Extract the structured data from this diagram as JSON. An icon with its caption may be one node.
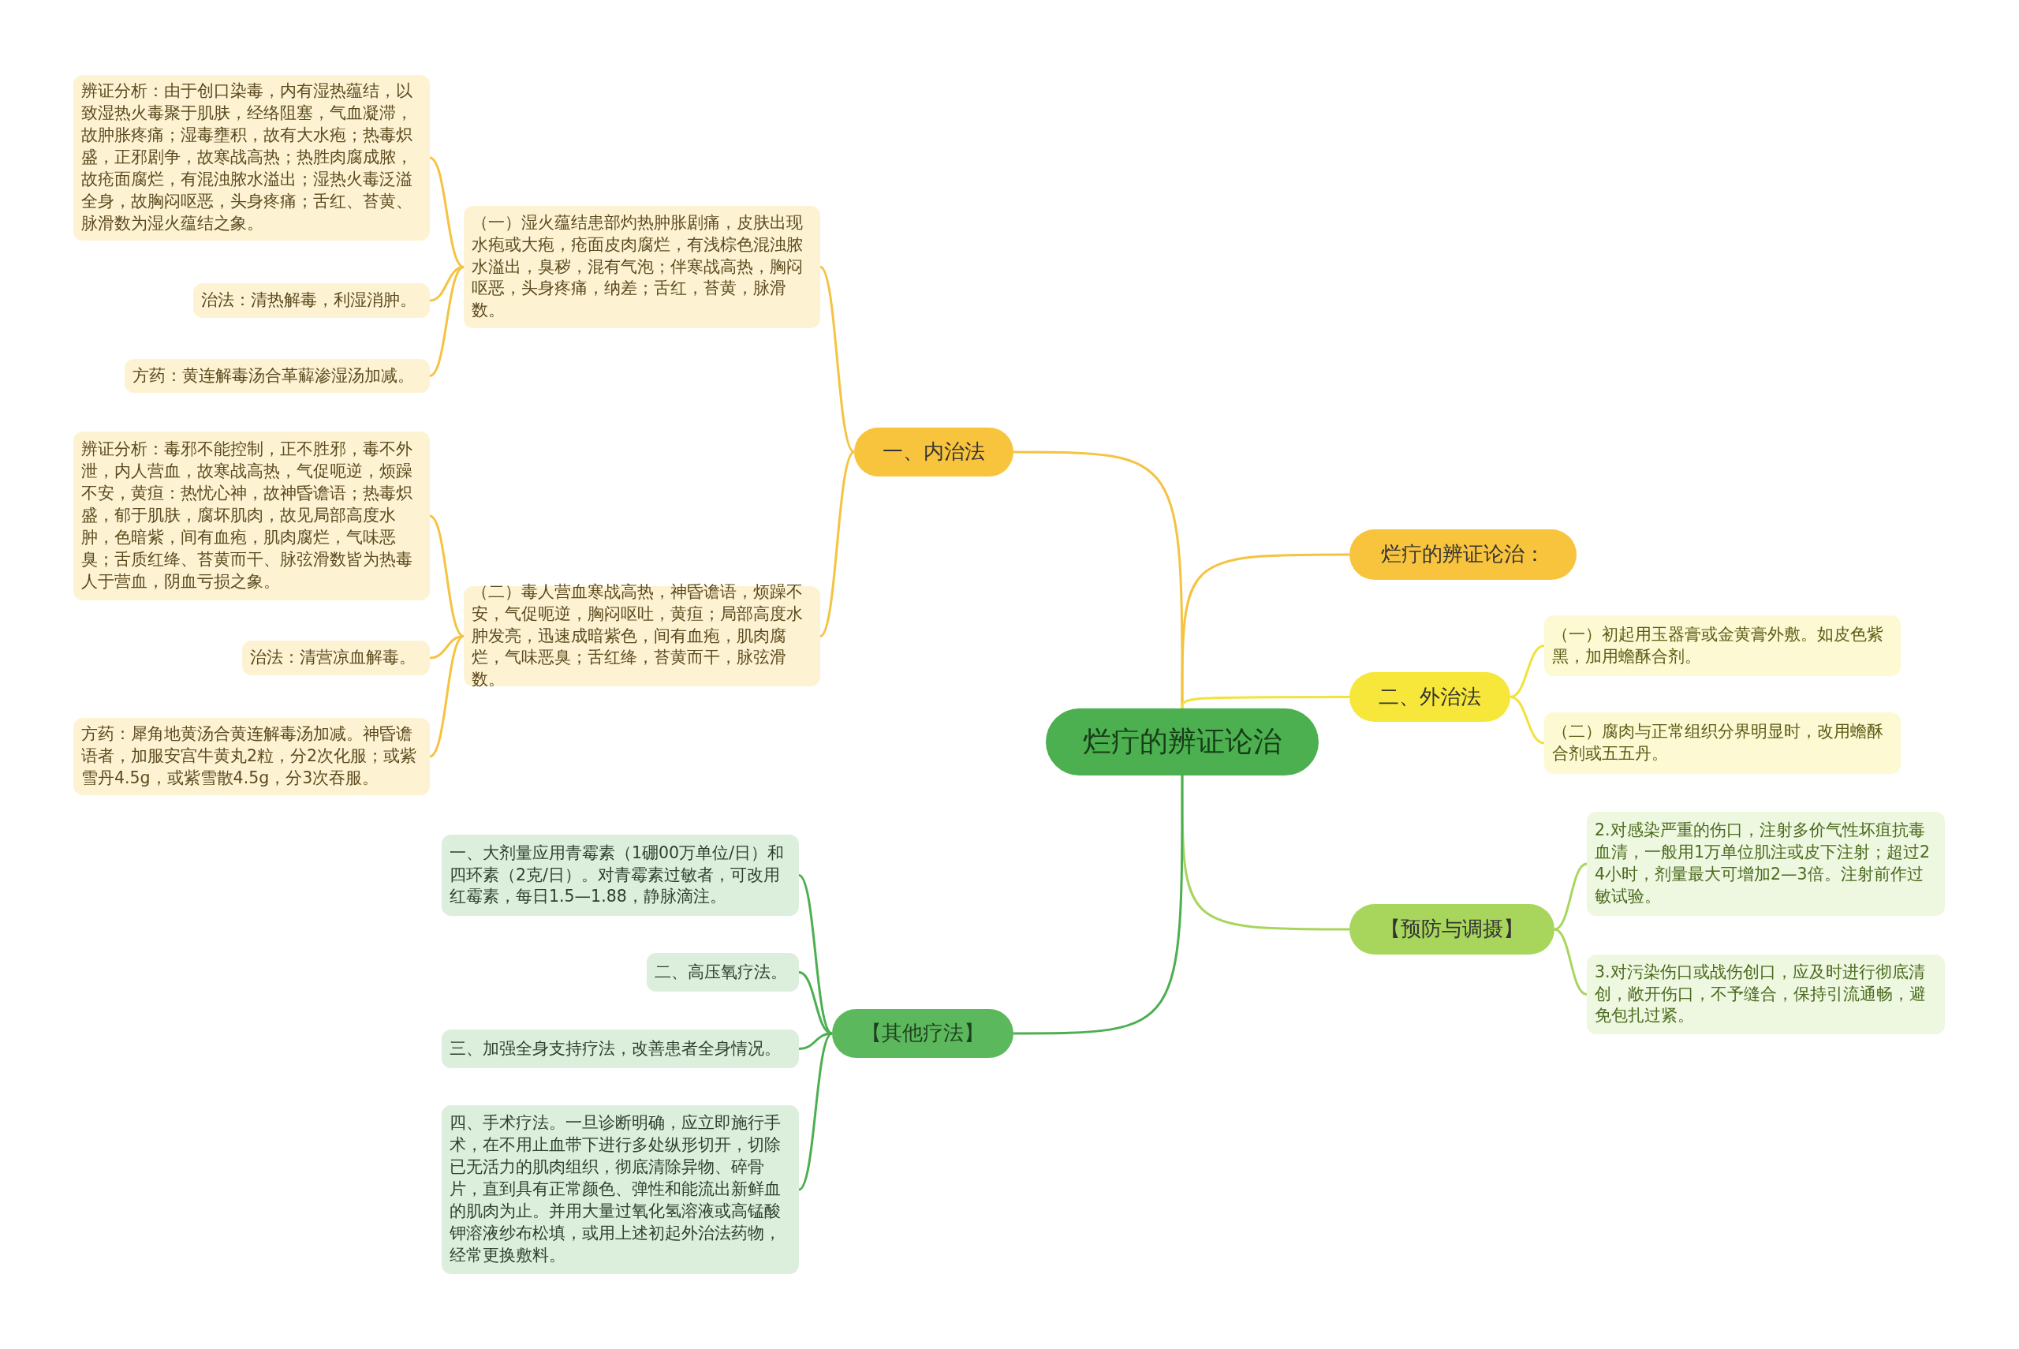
{
  "diagram": {
    "nodes": [
      {
        "text": [
          "烂疔的辨证论治"
        ]
      },
      {
        "text": [
          "一、内治法"
        ]
      },
      {
        "text": [
          "（一）湿火蕴结患部灼热肿胀剧痛，皮肤出现水疱或大疱，疮面皮肉腐烂，有浅棕色混浊脓水溢出，臭秽，混有气泡；伴寒战高热，胸闷呕恶，头身疼痛，纳差；舌红，苔黄，脉滑数。"
        ]
      },
      {
        "text": [
          "辨证分析：由于创口染毒，内有湿热蕴结，以致湿热火毒聚于肌肤，经络阻塞，气血凝滞，故肿胀疼痛；湿毒壅积，故有大水疱；热毒炽盛，正邪剧争，故寒战高热；热胜肉腐成脓，故疮面腐烂，有混浊脓水溢出；湿热火毒泛溢全身，故胸闷呕恶，头身疼痛；舌红、苔黄、脉滑数为湿火蕴结之象。"
        ]
      },
      {
        "text": [
          "治法：清热解毒，利湿消肿。"
        ]
      },
      {
        "text": [
          "方药：黄连解毒汤合革薢渗湿汤加减。"
        ]
      },
      {
        "text": [
          "（二）毒人营血寒战高热，神昏谵语，烦躁不安，气促呃逆，胸闷呕吐，黄疸；局部高度水肿发亮，迅速成暗紫色，间有血疱，肌肉腐烂，气味恶臭；舌红绛，苔黄而干，脉弦滑数。"
        ]
      },
      {
        "text": [
          "辨证分析：毒邪不能控制，正不胜邪，毒不外泄，内人营血，故寒战高热，气促呃逆，烦躁不安，黄疸：热忧心神，故神昏谵语；热毒炽盛，郁于肌肤，腐坏肌肉，故见局部高度水肿，色暗紫，间有血疱，肌肉腐烂，气味恶臭；舌质红绛、苔黄而干、脉弦滑数皆为热毒人于营血，阴血亏损之象。"
        ]
      },
      {
        "text": [
          "治法：清营凉血解毒。"
        ]
      },
      {
        "text": [
          "方药：犀角地黄汤合黄连解毒汤加减。神昏谵语者，加服安宫牛黄丸2粒，分2次化服；或紫雪丹4.5g，或紫雪散4.5g，分3次吞服。"
        ]
      },
      {
        "text": [
          "烂疔的辨证论治："
        ]
      },
      {
        "text": [
          "二、外治法"
        ]
      },
      {
        "text": [
          "（一）初起用玉器膏或金黄膏外敷。如皮色紫黑，加用蟾酥合剂。"
        ]
      },
      {
        "text": [
          "（二）腐肉与正常组织分界明显时，改用蟾酥合剂或五五丹。"
        ]
      },
      {
        "text": [
          "【预防与调摄】"
        ]
      },
      {
        "text": [
          "2.对感染严重的伤口，注射多价气性坏疽抗毒血清，一般用1万单位肌注或皮下注射；超过24小时，剂量最大可增加2—3倍。注射前作过敏试验。"
        ]
      },
      {
        "text": [
          "3.对污染伤口或战伤创口，应及时进行彻底清创，敞开伤口，不予缝合，保持引流通畅，避免包扎过紧。"
        ]
      },
      {
        "text": [
          "【其他疗法】"
        ]
      },
      {
        "text": [
          "一、大剂量应用青霉素（1硼00万单位/日）和四环素（2克/日）。对青霉素过敏者，可改用红霉素，每日1.5—1.88，静脉滴注。"
        ]
      },
      {
        "text": [
          "二、高压氧疗法。"
        ]
      },
      {
        "text": [
          "三、加强全身支持疗法，改善患者全身情况。"
        ]
      },
      {
        "text": [
          "四、手术疗法。一旦诊断明确，应立即施行手术，在不用止血带下进行多处纵形切开，切除已无活力的肌肉组织，彻底清除异物、碎骨片，直到具有正常颜色、弹性和能流出新鲜血的肌肉为止。并用大量过氧化氢溶液或高锰酸钾溶液纱布松填，或用上述初起外治法药物，经常更换敷料。"
        ]
      }
    ],
    "edges": [
      {
        "from": 0,
        "to": 1,
        "arrow": "none",
        "color": "#f5c342"
      },
      {
        "from": 1,
        "to": 2,
        "arrow": "none",
        "color": "#f5c342"
      },
      {
        "from": 2,
        "to": 3,
        "arrow": "none",
        "color": "#f5c342"
      },
      {
        "from": 2,
        "to": 4,
        "arrow": "none",
        "color": "#f5c342"
      },
      {
        "from": 2,
        "to": 5,
        "arrow": "none",
        "color": "#f5c342"
      },
      {
        "from": 1,
        "to": 6,
        "arrow": "none",
        "color": "#f5c342"
      },
      {
        "from": 6,
        "to": 7,
        "arrow": "none",
        "color": "#f5c342"
      },
      {
        "from": 6,
        "to": 8,
        "arrow": "none",
        "color": "#f5c342"
      },
      {
        "from": 6,
        "to": 9,
        "arrow": "none",
        "color": "#f5c342"
      },
      {
        "from": 0,
        "to": 10,
        "arrow": "none",
        "color": "#f5c342"
      },
      {
        "from": 0,
        "to": 11,
        "arrow": "none",
        "color": "#f2e23c"
      },
      {
        "from": 11,
        "to": 12,
        "arrow": "none",
        "color": "#f2e23c"
      },
      {
        "from": 11,
        "to": 13,
        "arrow": "none",
        "color": "#f2e23c"
      },
      {
        "from": 0,
        "to": 14,
        "arrow": "none",
        "color": "#a8d65c"
      },
      {
        "from": 14,
        "to": 15,
        "arrow": "none",
        "color": "#a8d65c"
      },
      {
        "from": 14,
        "to": 16,
        "arrow": "none",
        "color": "#a8d65c"
      },
      {
        "from": 0,
        "to": 17,
        "arrow": "none",
        "color": "#4caf50"
      },
      {
        "from": 17,
        "to": 18,
        "arrow": "none",
        "color": "#4caf50"
      },
      {
        "from": 17,
        "to": 19,
        "arrow": "none",
        "color": "#4caf50"
      },
      {
        "from": 17,
        "to": 20,
        "arrow": "none",
        "color": "#4caf50"
      },
      {
        "from": 17,
        "to": 21,
        "arrow": "none",
        "color": "#4caf50"
      }
    ]
  }
}
